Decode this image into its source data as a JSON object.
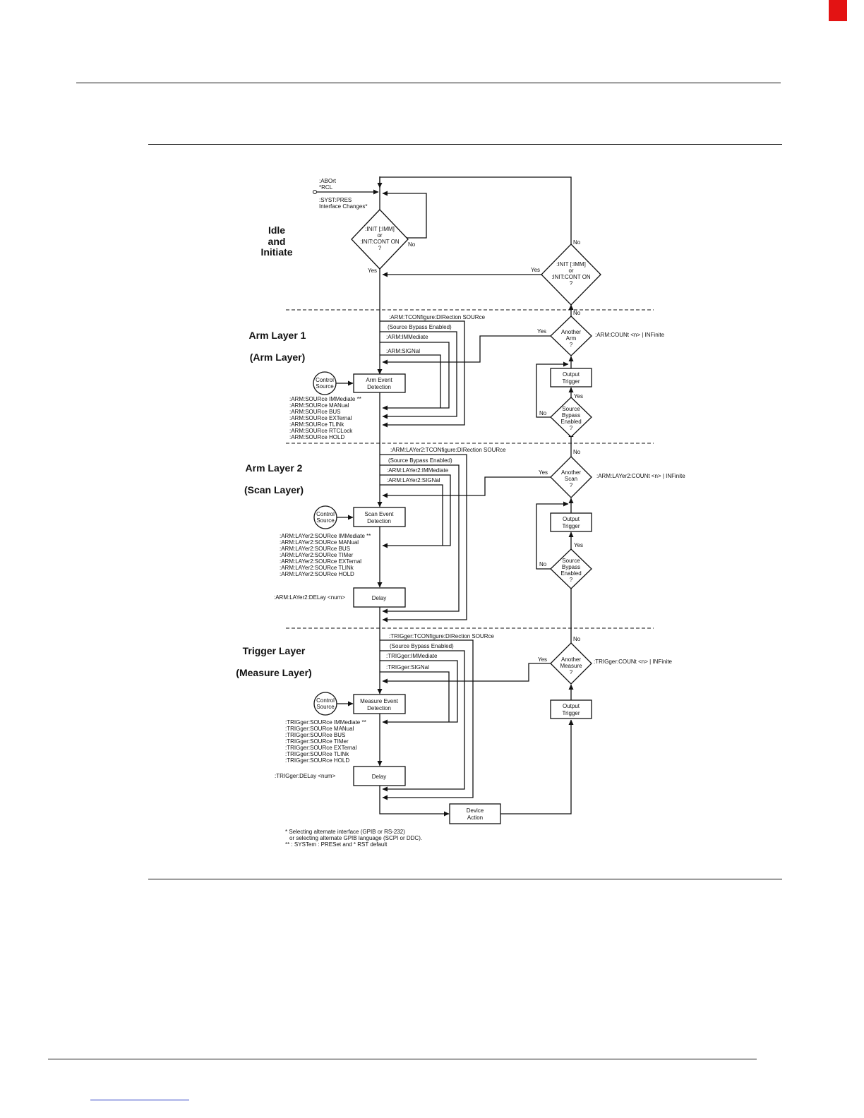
{
  "diagram": {
    "entry": {
      "lines": [
        ":ABOrt",
        "*RCL",
        ":SYST:PRES",
        "Interface Changes*"
      ]
    },
    "layers": {
      "idle": [
        "Idle",
        "and",
        "Initiate"
      ],
      "arm1": [
        "Arm Layer 1",
        "(Arm Layer)"
      ],
      "arm2": [
        "Arm Layer 2",
        "(Scan Layer)"
      ],
      "trigger": [
        "Trigger Layer",
        "(Measure Layer)"
      ]
    },
    "decisions": {
      "init_left": [
        ":INIT [:IMM]",
        "or",
        ":INIT:CONT ON",
        "?"
      ],
      "init_right": [
        ":INIT [:IMM]",
        "or",
        ":INIT:CONT ON",
        "?"
      ],
      "another_arm": [
        "Another",
        "Arm",
        "?"
      ],
      "another_scan": [
        "Another",
        "Scan",
        "?"
      ],
      "another_measure": [
        "Another",
        "Measure",
        "?"
      ],
      "bypass_arm": [
        "Source",
        "Bypass",
        "Enabled",
        "?"
      ],
      "bypass_scan": [
        "Source",
        "Bypass",
        "Enabled",
        "?"
      ]
    },
    "answers": {
      "yes": "Yes",
      "no": "No"
    },
    "boxes": {
      "arm_event": [
        "Arm Event",
        "Detection"
      ],
      "scan_event": [
        "Scan Event",
        "Detection"
      ],
      "measure_event": [
        "Measure Event",
        "Detection"
      ],
      "scan_delay": [
        "Delay"
      ],
      "trigger_delay": [
        "Delay"
      ],
      "output_trigger": [
        "Output",
        "Trigger"
      ],
      "device_action": [
        "Device",
        "Action"
      ],
      "control_source": [
        "Control",
        "Source"
      ]
    },
    "arm1": {
      "tcon": ":ARM:TCONfigure:DIRection SOURce",
      "bypass": "(Source Bypass Enabled)",
      "immediate": ":ARM:IMMediate",
      "signal": ":ARM:SIGNal",
      "count": ":ARM:COUNt <n> | INFinite",
      "sources": [
        ":ARM:SOURce IMMediate **",
        ":ARM:SOURce MANual",
        ":ARM:SOURce BUS",
        ":ARM:SOURce EXTernal",
        ":ARM:SOURce TLINk",
        ":ARM:SOURce RTCLock",
        ":ARM:SOURce HOLD"
      ]
    },
    "arm2": {
      "tcon": ":ARM:LAYer2:TCONfigure:DIRection SOURce",
      "bypass": "(Source Bypass Enabled)",
      "immediate": ":ARM:LAYer2:IMMediate",
      "signal": ":ARM:LAYer2:SIGNal",
      "count": ":ARM:LAYer2:COUNt <n> | INFinite",
      "delay": ":ARM:LAYer2:DELay <num>",
      "sources": [
        ":ARM:LAYer2:SOURce IMMediate **",
        ":ARM:LAYer2:SOURce MANual",
        ":ARM:LAYer2:SOURce BUS",
        ":ARM:LAYer2:SOURce TIMer",
        ":ARM:LAYer2:SOURce EXTernal",
        ":ARM:LAYer2:SOURce TLINk",
        ":ARM:LAYer2:SOURce HOLD"
      ]
    },
    "trigger": {
      "tcon": ":TRIGger:TCONfigure:DIRection SOURce",
      "bypass": "(Source Bypass Enabled)",
      "immediate": ":TRIGger:IMMediate",
      "signal": ":TRIGger:SIGNal",
      "count": ":TRIGger:COUNt <n> | INFinite",
      "delay": ":TRIGger:DELay <num>",
      "sources": [
        ":TRIGger:SOURce IMMediate **",
        ":TRIGger:SOURce MANual",
        ":TRIGger:SOURce BUS",
        ":TRIGger:SOURce TIMer",
        ":TRIGger:SOURce EXTernal",
        ":TRIGger:SOURce TLINk",
        ":TRIGger:SOURce HOLD"
      ]
    },
    "footnotes": [
      "* Selecting alternate interface (GPIB or RS-232)",
      "or selecting alternate GPIB language (SCPI or DDC).",
      "** : SYSTem : PRESet and * RST default"
    ]
  }
}
